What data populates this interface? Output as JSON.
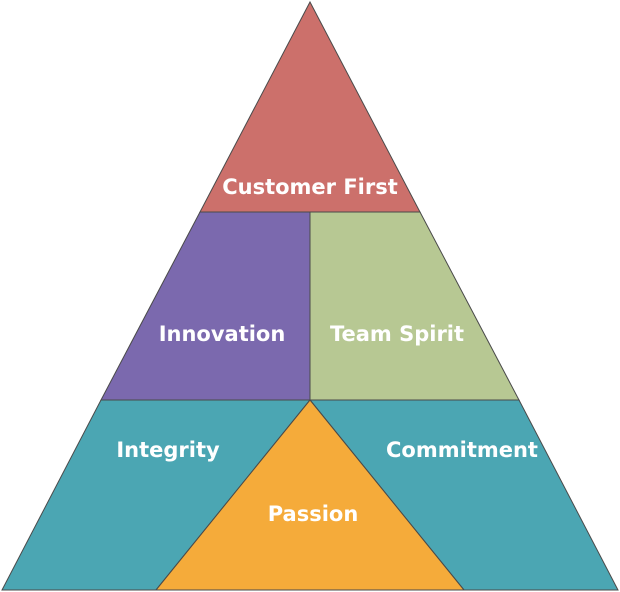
{
  "segments": {
    "customer_first": {
      "label": "Customer First",
      "color": "#CC706B"
    },
    "innovation": {
      "label": "Innovation",
      "color": "#7B69AE"
    },
    "team_spirit": {
      "label": "Team Spirit",
      "color": "#B7C893"
    },
    "integrity": {
      "label": "Integrity",
      "color": "#4BA6B3"
    },
    "commitment": {
      "label": "Commitment",
      "color": "#4BA6B3"
    },
    "passion": {
      "label": "Passion",
      "color": "#F5AB3A"
    }
  }
}
